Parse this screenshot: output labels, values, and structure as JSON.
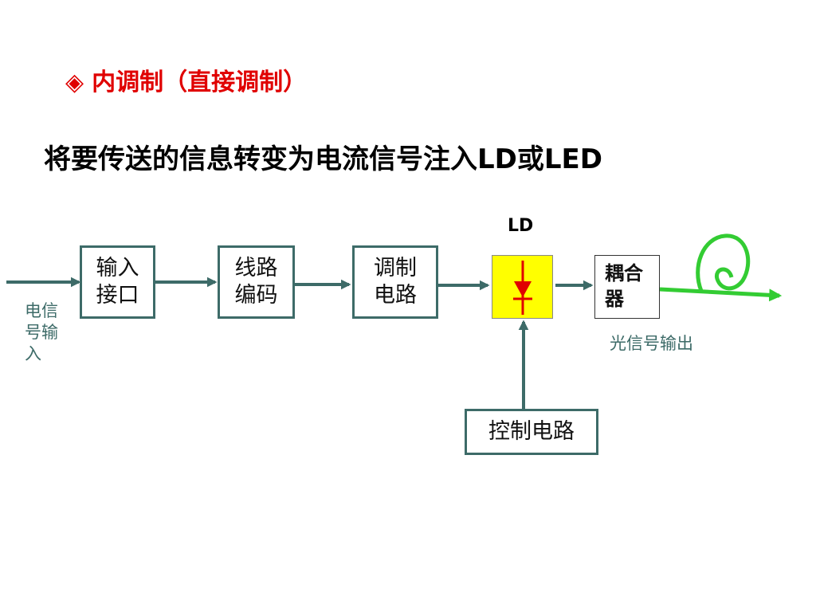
{
  "header": {
    "bullet": "◈",
    "title": "内调制（直接调制）",
    "subtitle": "将要传送的信息转变为电流信号注入LD或LED"
  },
  "diagram": {
    "ld_label": "LD",
    "blocks": {
      "input_interface": "输入接口",
      "line_coding": "线路编码",
      "modulation_circuit": "调制电路",
      "control_circuit": "控制电路",
      "coupler": "耦合器"
    },
    "input_label": "电信号输入",
    "output_label": "光信号输出"
  },
  "colors": {
    "title": "#e00000",
    "line": "#3d6b68",
    "ld_fill": "#ffff00",
    "diode": "#e00000",
    "fiber": "#33cc33"
  }
}
